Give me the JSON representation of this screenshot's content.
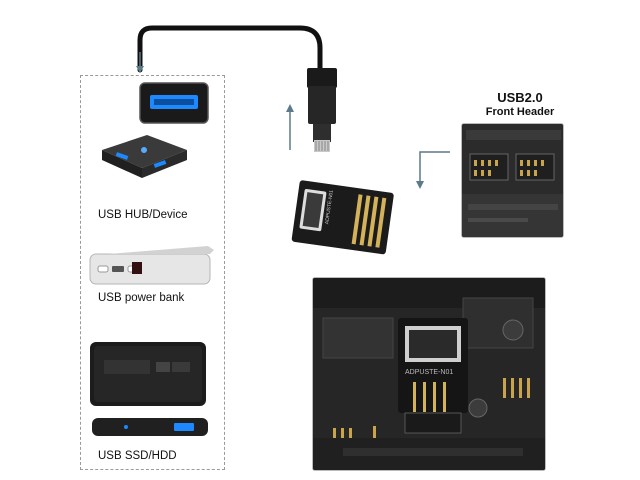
{
  "header": {
    "title": "USB2.0",
    "subtitle": "Front Header"
  },
  "devices": [
    {
      "label": "USB HUB/Device",
      "icon": "usb-hub-icon"
    },
    {
      "label": "USB power bank",
      "icon": "power-bank-icon"
    },
    {
      "label": "USB SSD/HDD",
      "icon": "ssd-enclosure-icon"
    }
  ],
  "adapter": {
    "board_text": "ADPUSTE-N01",
    "icon": "adapter-board-icon"
  },
  "motherboard": {
    "board_text": "ADPUSTE-N01",
    "icon": "motherboard-photo-icon"
  },
  "colors": {
    "accent_usb_blue": "#1e88ff",
    "cable": "#111111",
    "arrow": "#5b7a8a"
  }
}
